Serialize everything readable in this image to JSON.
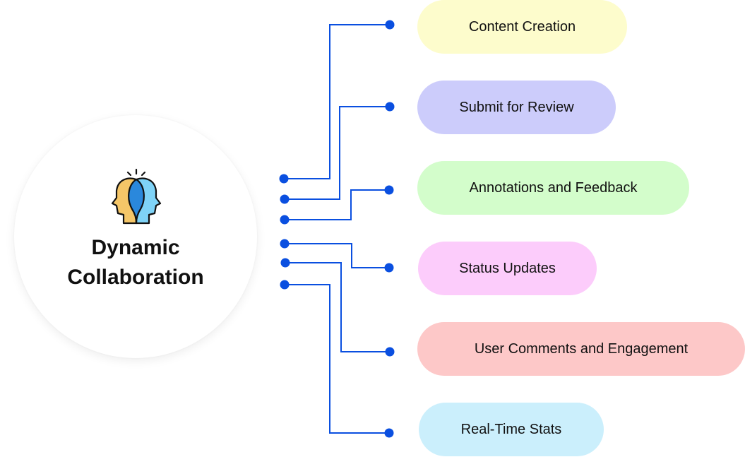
{
  "hub": {
    "title_line1": "Dynamic",
    "title_line2": "Collaboration",
    "icon": "two-heads-collaboration-icon"
  },
  "connector_color": "#0a4fe0",
  "items": [
    {
      "label": "Content Creation",
      "color": "#fdfccc"
    },
    {
      "label": "Submit for Review",
      "color": "#ccccfb"
    },
    {
      "label": "Annotations and Feedback",
      "color": "#d3fdcb"
    },
    {
      "label": "Status Updates",
      "color": "#fcccfb"
    },
    {
      "label": "User Comments and Engagement",
      "color": "#fdc8c8"
    },
    {
      "label": "Real-Time Stats",
      "color": "#cbeffc"
    }
  ]
}
